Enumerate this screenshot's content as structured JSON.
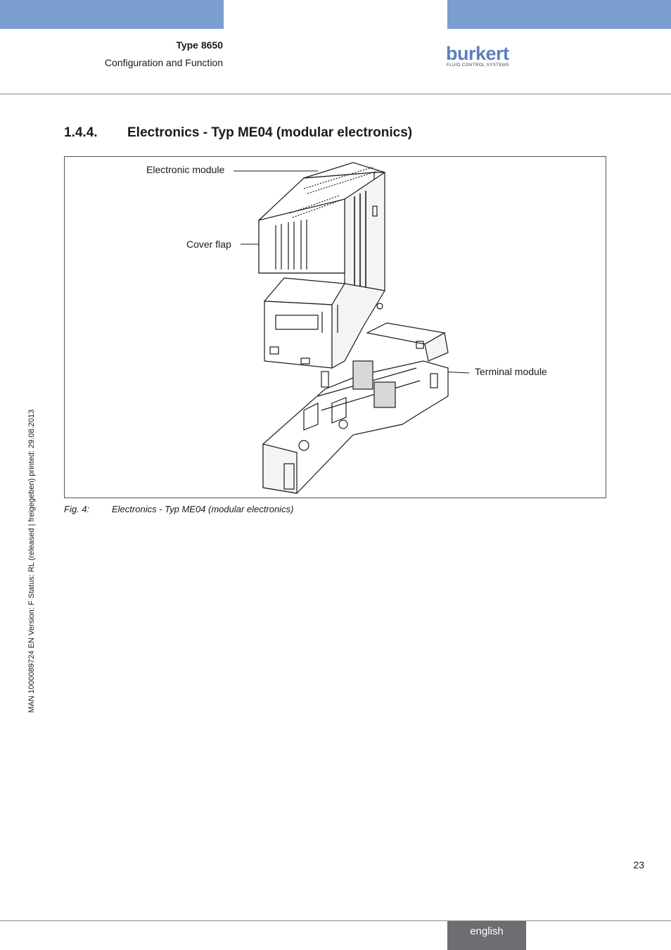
{
  "header": {
    "title": "Type 8650",
    "subtitle": "Configuration and Function",
    "accent_color": "#7b9dcf",
    "logo": {
      "name": "burkert",
      "tagline": "FLUID CONTROL SYSTEMS",
      "color": "#5c7fbf"
    }
  },
  "section": {
    "number": "1.4.4.",
    "title": "Electronics - Typ ME04 (modular electronics)"
  },
  "figure": {
    "callouts": {
      "electronic_module": "Electronic module",
      "cover_flap": "Cover flap",
      "terminal_module": "Terminal module"
    },
    "caption_number": "Fig. 4:",
    "caption_text": "Electronics - Typ ME04 (modular electronics)"
  },
  "sidebar_text": "MAN  1000089724  EN  Version: F  Status: RL (released | freigegeben)  printed: 29.08.2013",
  "footer": {
    "page_number": "23",
    "language": "english",
    "tab_color": "#6d6e71"
  }
}
